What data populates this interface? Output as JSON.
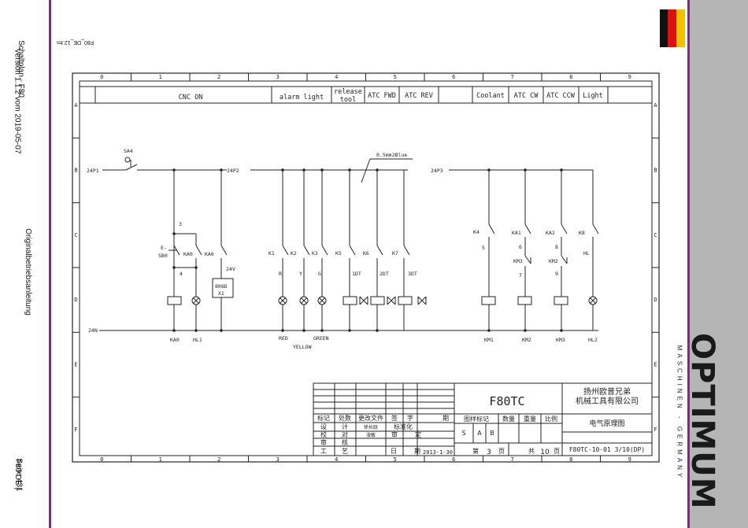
{
  "page": {
    "left_margin": {
      "title": "Schaltplan - F80",
      "version": "Version 1.1.2 vom 2019-05-07",
      "doc_type": "Originalbetriebsanleitung",
      "model_lang": "F80    DE |",
      "page_label": "Seite 431"
    },
    "file_ref": "F80_DE_12.fm",
    "brand": {
      "name": "OPTIMUM",
      "sub": "MASCHINEN - GERMANY",
      "flag_colors": [
        "#111111",
        "#dd1111",
        "#f2c200"
      ]
    }
  },
  "frame": {
    "columns": [
      "0",
      "1",
      "2",
      "3",
      "4",
      "5",
      "6",
      "7",
      "8",
      "9"
    ],
    "rows": [
      "A",
      "B",
      "C",
      "D",
      "E",
      "F"
    ]
  },
  "header_cells": [
    "CNC ON",
    "alarm light",
    "release tool",
    "ATC FWD",
    "ATC REV",
    "Coolant",
    "ATC CW",
    "ATC CCW",
    "Light"
  ],
  "labels": {
    "sa4": "SA4",
    "bus_24p1": "24P1",
    "bus_24p2": "24P2",
    "bus_24p3": "24P3",
    "bus_24n": "24N",
    "wire_note": "0.5mm2Blue",
    "node_3": "3",
    "node_4": "4",
    "e_label": "E-",
    "sb0": "SB0",
    "ka0_a": "KA0",
    "ka0_b": "KA0",
    "v24": "24V",
    "module_1": "808D",
    "module_2": "X1",
    "k1": "K1",
    "k2": "K2",
    "k3": "K3",
    "k5": "K5",
    "k6": "K6",
    "k7": "K7",
    "r": "R",
    "y": "Y",
    "g": "G",
    "dt1": "1DT",
    "dt2": "2DT",
    "dt3": "3DT",
    "k4": "K4",
    "ka1": "KA1",
    "ka2": "KA2",
    "k8": "K8",
    "n5": "5",
    "n6": "6",
    "n7": "7",
    "n8": "8",
    "n9": "9",
    "km3_a": "KM3",
    "km2_a": "KM2",
    "hl_a": "HL",
    "b_ka0": "KA0",
    "b_hl1": "HL1",
    "b_red": "RED",
    "b_yellow": "YELLOW",
    "b_green": "GREEN",
    "b_km1": "KM1",
    "b_km2": "KM2",
    "b_km3": "KM3",
    "b_hl2": "HL2"
  },
  "title_block": {
    "model": "F80TC",
    "company_1": "扬州欧普兄弟",
    "company_2": "机械工具有限公司",
    "drawing_name": "电气原理图",
    "drawing_no": "F80TC-10-01 3/10(DP)",
    "rev_header": [
      "标记",
      "处数",
      "更改文件",
      "签",
      "字",
      "期"
    ],
    "hdr_mark": "图样标记",
    "hdr_qty": "数量",
    "hdr_weight": "重量",
    "hdr_scale": "比例",
    "marks": [
      "S",
      "A",
      "B"
    ],
    "sign_rows": [
      [
        "设",
        "计",
        "徐长跃",
        "标准化"
      ],
      [
        "校",
        "对",
        "凌敏",
        "审",
        "定"
      ],
      [
        "审",
        "核"
      ],
      [
        "工",
        "艺"
      ]
    ],
    "date_label": "日",
    "date_label2": "期",
    "date": "2013-1-30",
    "sheet_prefix": "第",
    "sheet_num": "3",
    "sheet_unit": "页",
    "total_prefix": "共",
    "total_num": "10",
    "total_unit": "页"
  }
}
